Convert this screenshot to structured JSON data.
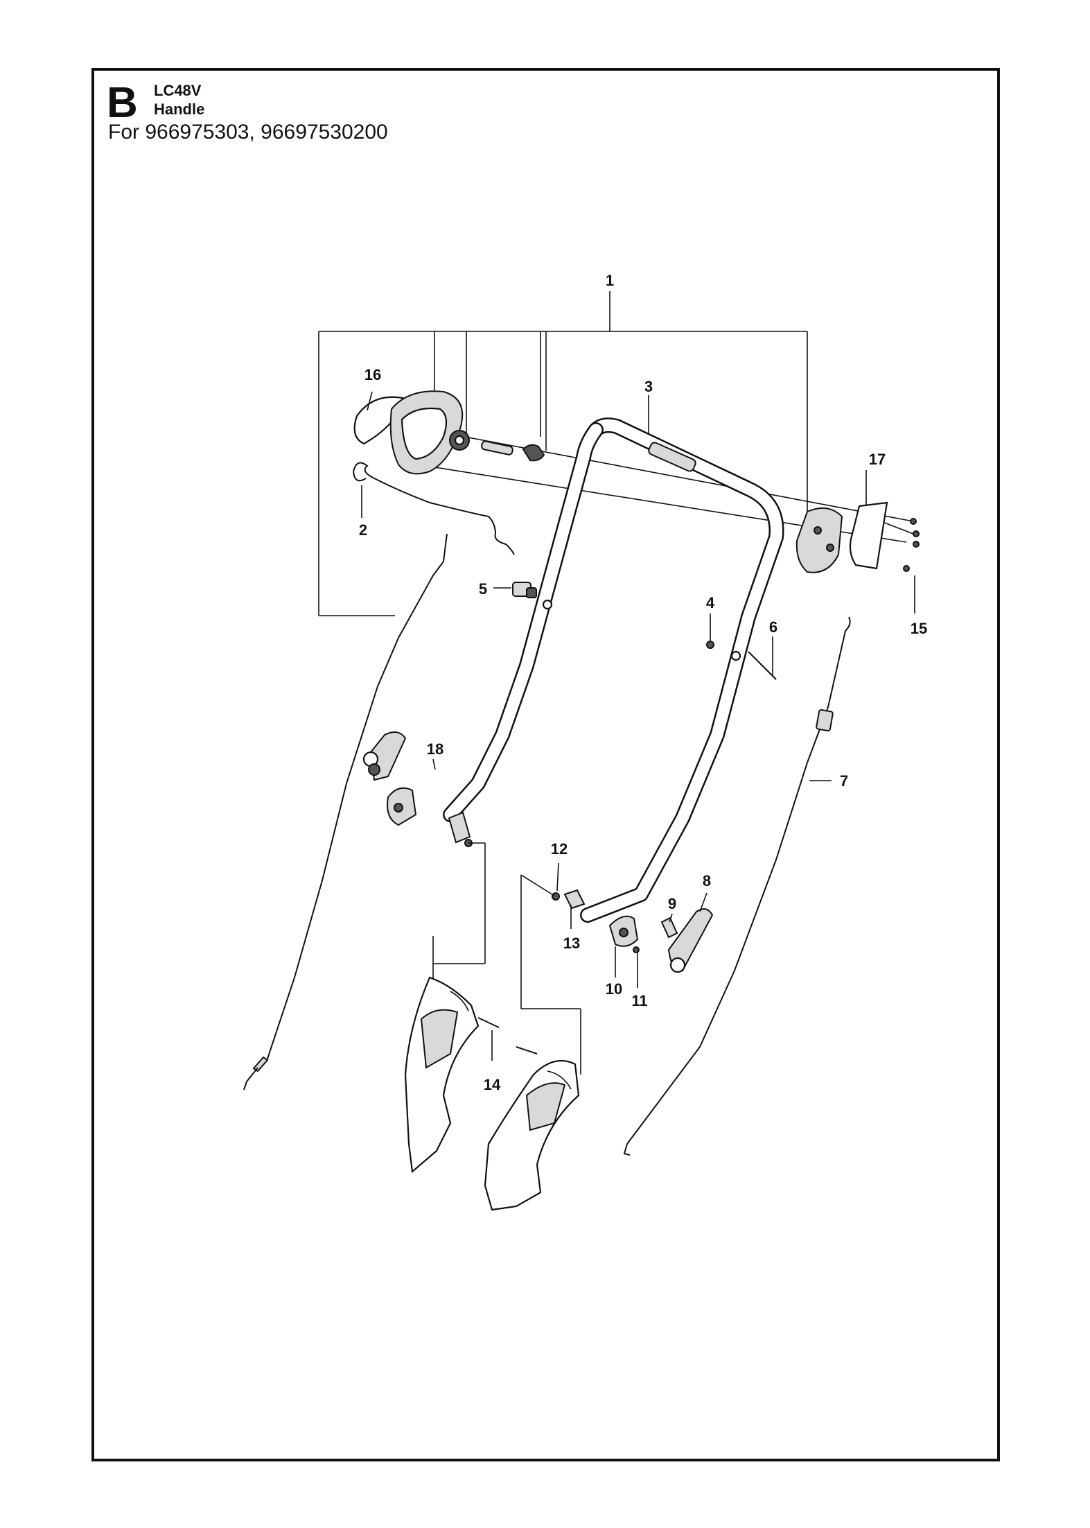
{
  "header": {
    "section_letter": "B",
    "model": "LC48V",
    "title": "Handle",
    "applies_to": "For 966975303, 96697530200"
  },
  "callouts": [
    "1",
    "2",
    "3",
    "4",
    "5",
    "6",
    "7",
    "8",
    "9",
    "10",
    "11",
    "12",
    "13",
    "14",
    "15",
    "16",
    "17",
    "18"
  ]
}
